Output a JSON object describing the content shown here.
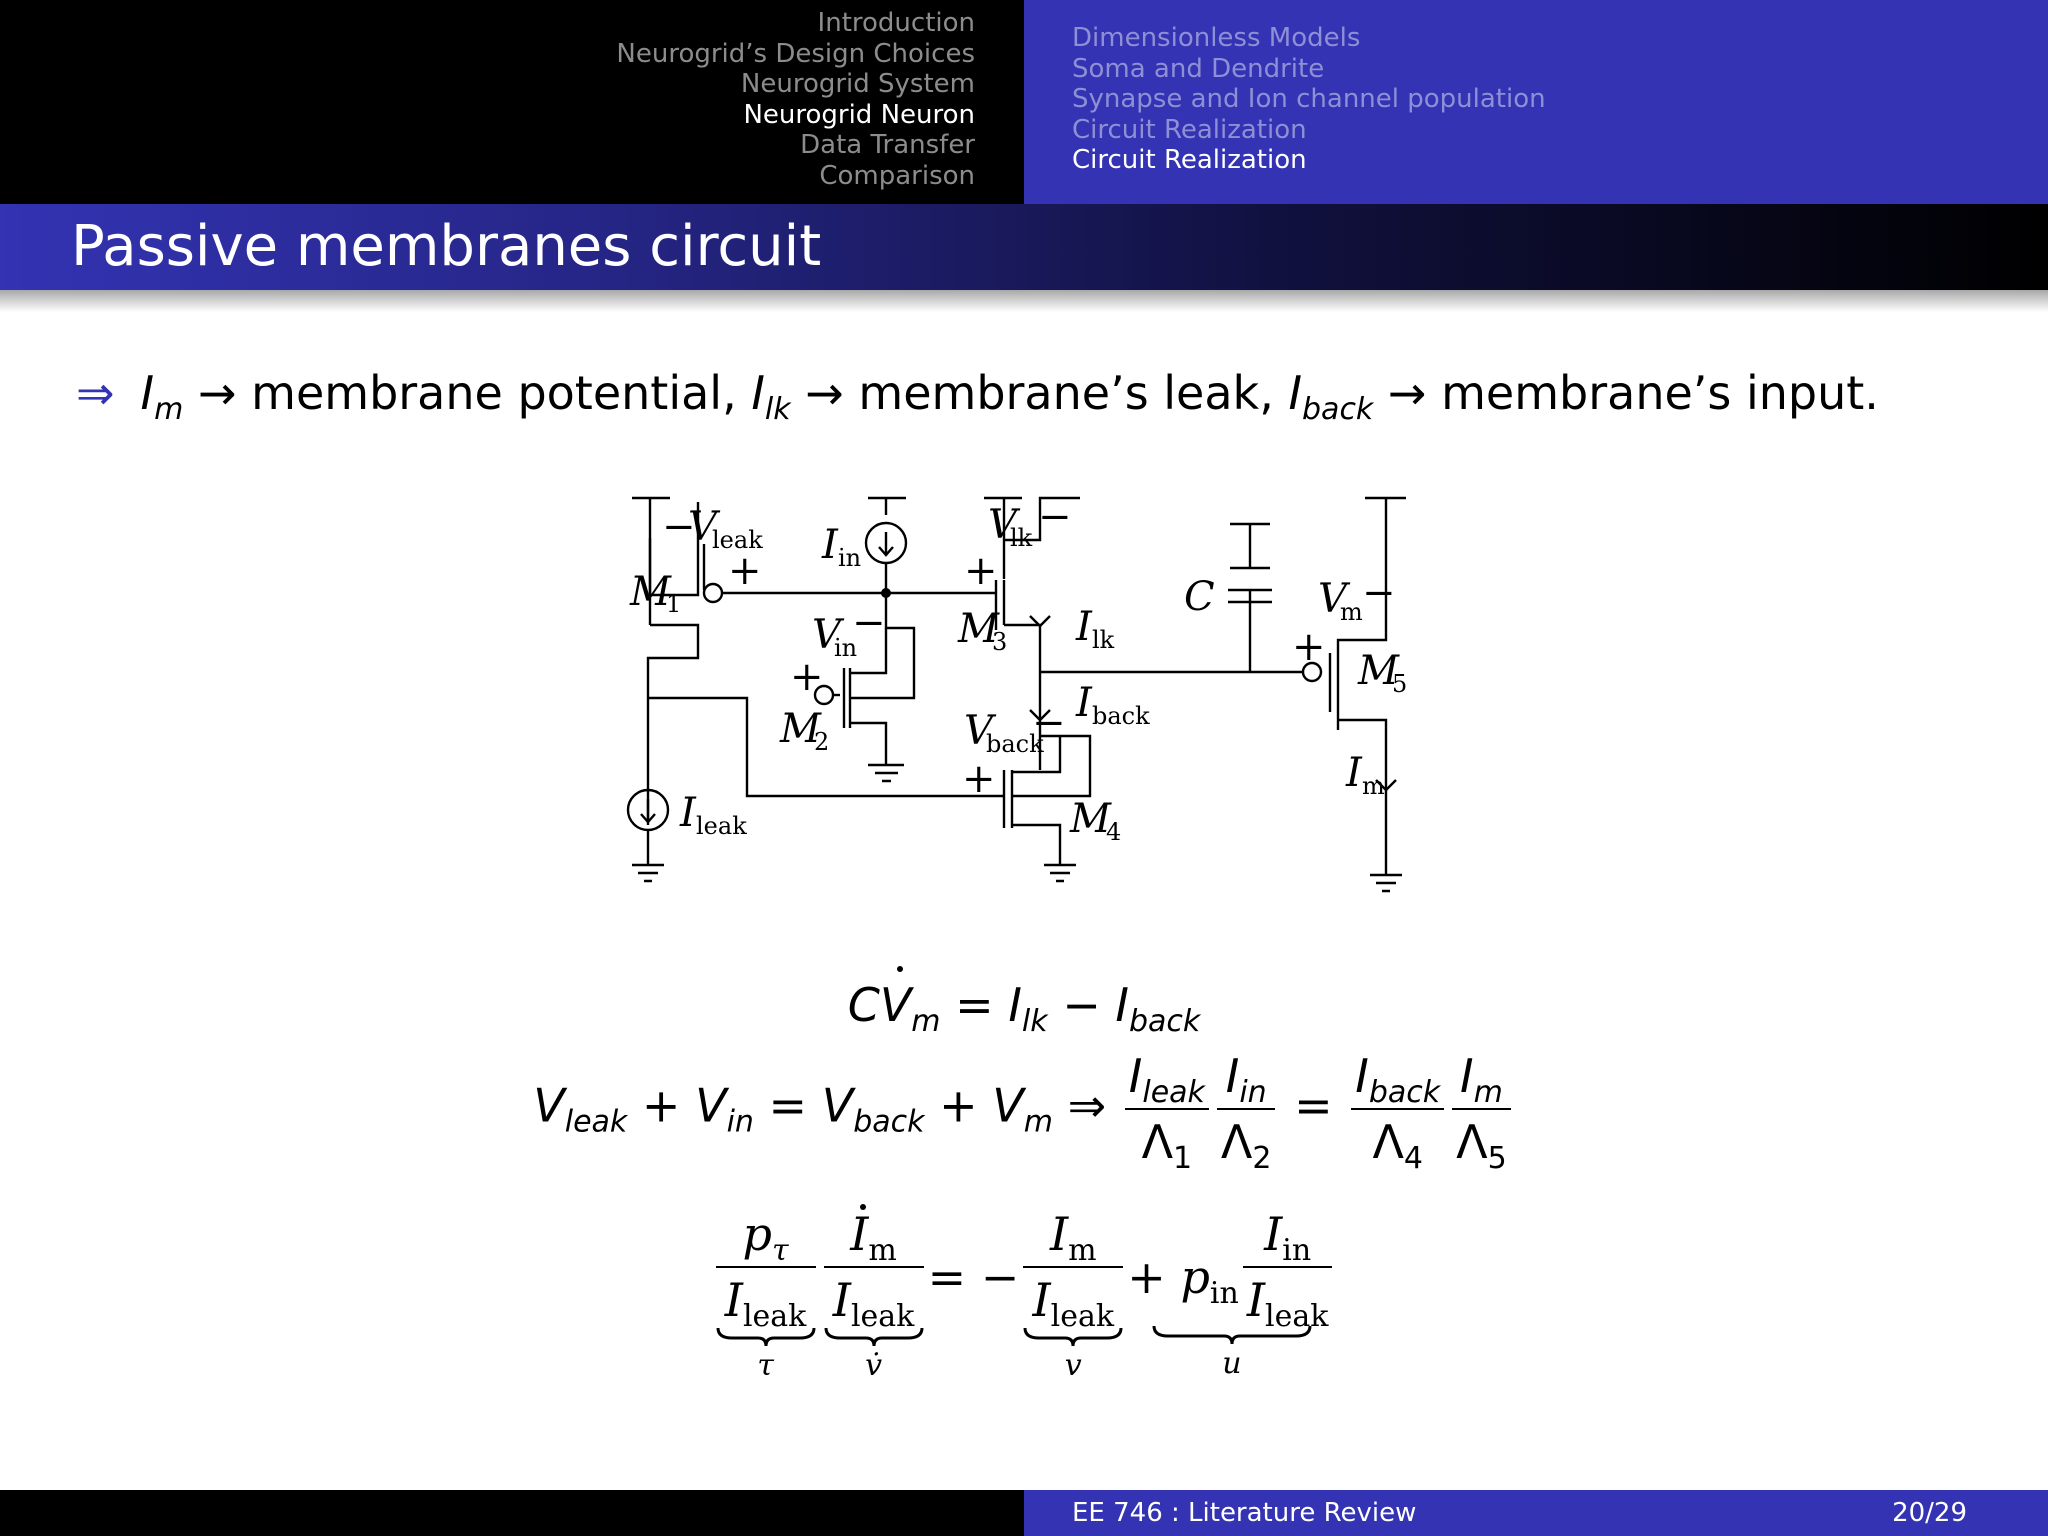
{
  "nav": {
    "sections": [
      "Introduction",
      "Neurogrid’s Design Choices",
      "Neurogrid System",
      "Neurogrid Neuron",
      "Data Transfer",
      "Comparison"
    ],
    "subsections": [
      "Dimensionless Models",
      "Soma and Dendrite",
      "Synapse and Ion channel population",
      "Circuit Realization",
      "Circuit Realization"
    ]
  },
  "slide": {
    "title": "Passive membranes circuit",
    "bullet": {
      "arrow": "⇒",
      "im": "I",
      "im_sub": "m",
      "t1": " → membrane potential, ",
      "ilk": "I",
      "ilk_sub": "lk",
      "t2": " → membrane’s leak, ",
      "iback": "I",
      "iback_sub": "back",
      "t3": " → membrane’s input."
    }
  },
  "circuit": {
    "labels": {
      "v_leak": "V",
      "v_leak_sub": "leak",
      "m1": "M",
      "m1_sub": "1",
      "i_in": "I",
      "i_in_sub": "in",
      "v_in": "V",
      "v_in_sub": "in",
      "m2": "M",
      "m2_sub": "2",
      "v_lk": "V",
      "v_lk_sub": "lk",
      "m3": "M",
      "m3_sub": "3",
      "i_lk": "I",
      "i_lk_sub": "lk",
      "i_back": "I",
      "i_back_sub": "back",
      "v_back": "V",
      "v_back_sub": "back",
      "m4": "M",
      "m4_sub": "4",
      "i_leak": "I",
      "i_leak_sub": "leak",
      "c": "C",
      "v_m": "V",
      "v_m_sub": "m",
      "m5": "M",
      "m5_sub": "5",
      "i_m": "I",
      "i_m_sub": "m",
      "plus": "+",
      "minus": "−"
    }
  },
  "equations": {
    "eq1": {
      "c": "C",
      "v": "V",
      "v_sub": "m",
      "eq": " = ",
      "ilk": "I",
      "ilk_sub": "lk",
      "minus": " − ",
      "iback": "I",
      "iback_sub": "back"
    },
    "eq2": {
      "vleak": "V",
      "vleak_sub": "leak",
      "plus1": " + ",
      "vin": "V",
      "vin_sub": "in",
      "eq": " = ",
      "vback": "V",
      "vback_sub": "back",
      "plus2": " + ",
      "vm": "V",
      "vm_sub": "m",
      "implies": " ⇒ ",
      "f1n": "I",
      "f1n_sub": "leak",
      "f1d": "Λ",
      "f1d_sub": "1",
      "f2n": "I",
      "f2n_sub": "in",
      "f2d": "Λ",
      "f2d_sub": "2",
      "eq2": " = ",
      "f3n": "I",
      "f3n_sub": "back",
      "f3d": "Λ",
      "f3d_sub": "4",
      "f4n": "I",
      "f4n_sub": "m",
      "f4d": "Λ",
      "f4d_sub": "5"
    },
    "eq3": {
      "p_tau": "p",
      "tau_sym": "τ",
      "ileak": "I",
      "ileak_sub": "leak",
      "im": "I",
      "im_sub": "m",
      "iin": "I",
      "iin_sub": "in",
      "eq_minus": " = − ",
      "plus": " + ",
      "p_in": "p",
      "p_in_sub": "in",
      "u1": "τ",
      "u2": "v̇",
      "u3": "v",
      "u4": "u"
    }
  },
  "footer": {
    "course": "EE 746 : Literature Review",
    "page": "20/29"
  }
}
